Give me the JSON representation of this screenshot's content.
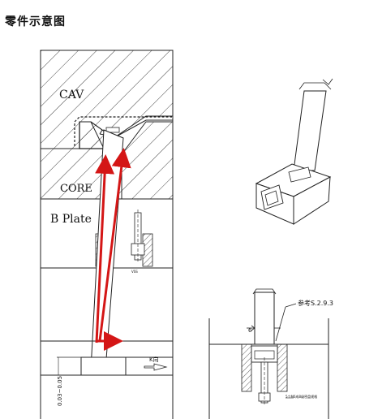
{
  "page": {
    "title": "零件示意图"
  },
  "main_section": {
    "labels": {
      "cav": "CAV",
      "core": "CORE",
      "b_plate": "B Plate",
      "k_direction": "K向",
      "gap_tolerance": "0.03~0.05",
      "small_mark": "VSS"
    }
  },
  "detail_section": {
    "reference": "参考S.2.9.3",
    "dimension": "6",
    "note": "5个M6成8级密盘规格"
  },
  "colors": {
    "arrow": "#d41616",
    "line": "#222222"
  }
}
